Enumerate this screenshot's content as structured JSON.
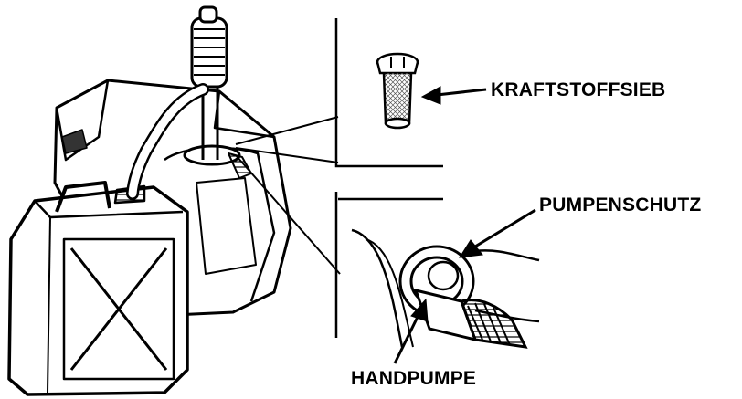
{
  "labels": {
    "fuel_strainer": "KRAFTSTOFFSIEB",
    "pump_guard": "PUMPENSCHUTZ",
    "hand_pump": "HANDPUMPE"
  },
  "colors": {
    "ink": "#000000",
    "background": "#ffffff",
    "shading": "#9a9a9a"
  },
  "icons": {
    "drum": "fuel-tank-drawing",
    "canister": "jerry-can-drawing",
    "pump": "hand-pump-drawing",
    "sieve": "fuel-strainer-drawing"
  }
}
